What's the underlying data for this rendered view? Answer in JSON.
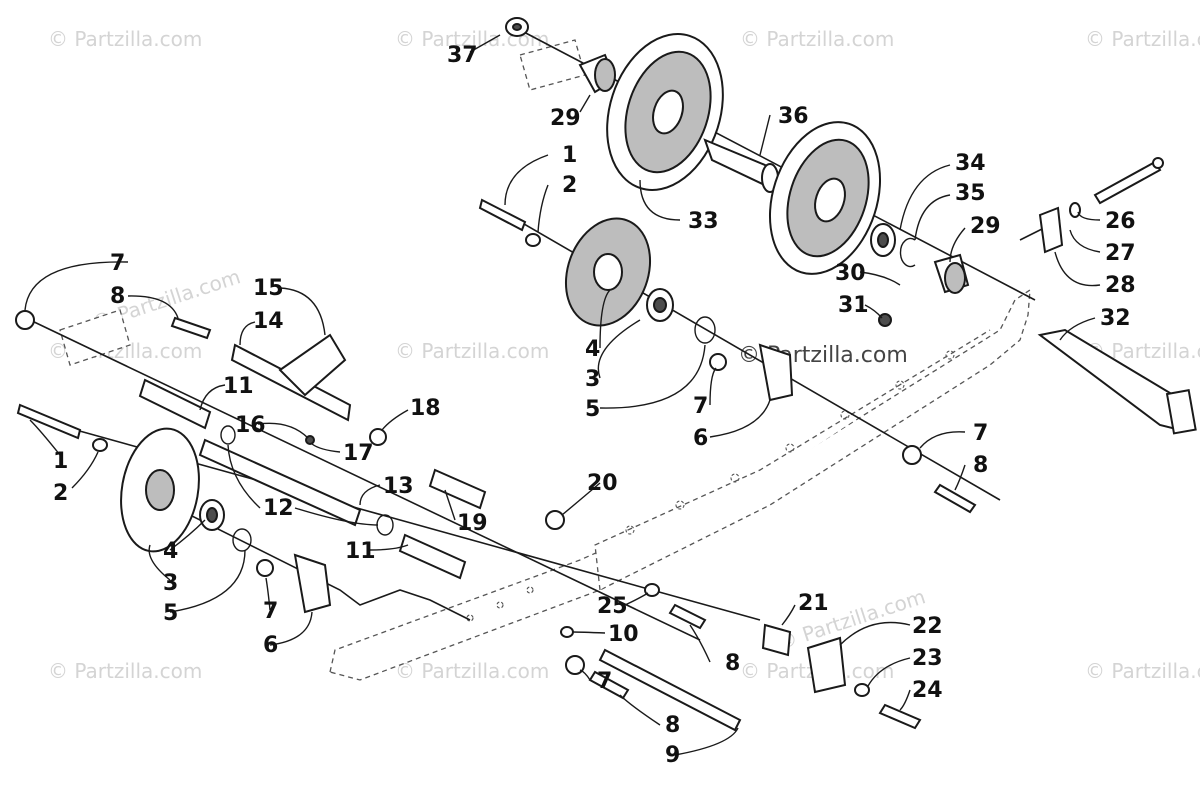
{
  "watermark": {
    "text": "© Partzilla.com",
    "center_text": "© Partzilla.com"
  },
  "callouts": [
    {
      "id": "c37",
      "label": "37"
    },
    {
      "id": "c29a",
      "label": "29"
    },
    {
      "id": "c36",
      "label": "36"
    },
    {
      "id": "c1a",
      "label": "1"
    },
    {
      "id": "c2a",
      "label": "2"
    },
    {
      "id": "c33",
      "label": "33"
    },
    {
      "id": "c34",
      "label": "34"
    },
    {
      "id": "c35",
      "label": "35"
    },
    {
      "id": "c29b",
      "label": "29"
    },
    {
      "id": "c26",
      "label": "26"
    },
    {
      "id": "c27",
      "label": "27"
    },
    {
      "id": "c28",
      "label": "28"
    },
    {
      "id": "c30",
      "label": "30"
    },
    {
      "id": "c31",
      "label": "31"
    },
    {
      "id": "c32",
      "label": "32"
    },
    {
      "id": "c4a",
      "label": "4"
    },
    {
      "id": "c3a",
      "label": "3"
    },
    {
      "id": "c5a",
      "label": "5"
    },
    {
      "id": "c7a",
      "label": "7"
    },
    {
      "id": "c6a",
      "label": "6"
    },
    {
      "id": "c7b",
      "label": "7"
    },
    {
      "id": "c8a",
      "label": "8"
    },
    {
      "id": "c7c",
      "label": "7"
    },
    {
      "id": "c8b",
      "label": "8"
    },
    {
      "id": "c15",
      "label": "15"
    },
    {
      "id": "c14",
      "label": "14"
    },
    {
      "id": "c11a",
      "label": "11"
    },
    {
      "id": "c18",
      "label": "18"
    },
    {
      "id": "c16",
      "label": "16"
    },
    {
      "id": "c17",
      "label": "17"
    },
    {
      "id": "c1b",
      "label": "1"
    },
    {
      "id": "c2b",
      "label": "2"
    },
    {
      "id": "c13",
      "label": "13"
    },
    {
      "id": "c20",
      "label": "20"
    },
    {
      "id": "c12",
      "label": "12"
    },
    {
      "id": "c19",
      "label": "19"
    },
    {
      "id": "c11b",
      "label": "11"
    },
    {
      "id": "c4b",
      "label": "4"
    },
    {
      "id": "c3b",
      "label": "3"
    },
    {
      "id": "c5b",
      "label": "5"
    },
    {
      "id": "c7d",
      "label": "7"
    },
    {
      "id": "c6b",
      "label": "6"
    },
    {
      "id": "c21",
      "label": "21"
    },
    {
      "id": "c25",
      "label": "25"
    },
    {
      "id": "c10",
      "label": "10"
    },
    {
      "id": "c22",
      "label": "22"
    },
    {
      "id": "c8c",
      "label": "8"
    },
    {
      "id": "c23",
      "label": "23"
    },
    {
      "id": "c7e",
      "label": "7"
    },
    {
      "id": "c24",
      "label": "24"
    },
    {
      "id": "c8d",
      "label": "8"
    },
    {
      "id": "c9",
      "label": "9"
    }
  ]
}
